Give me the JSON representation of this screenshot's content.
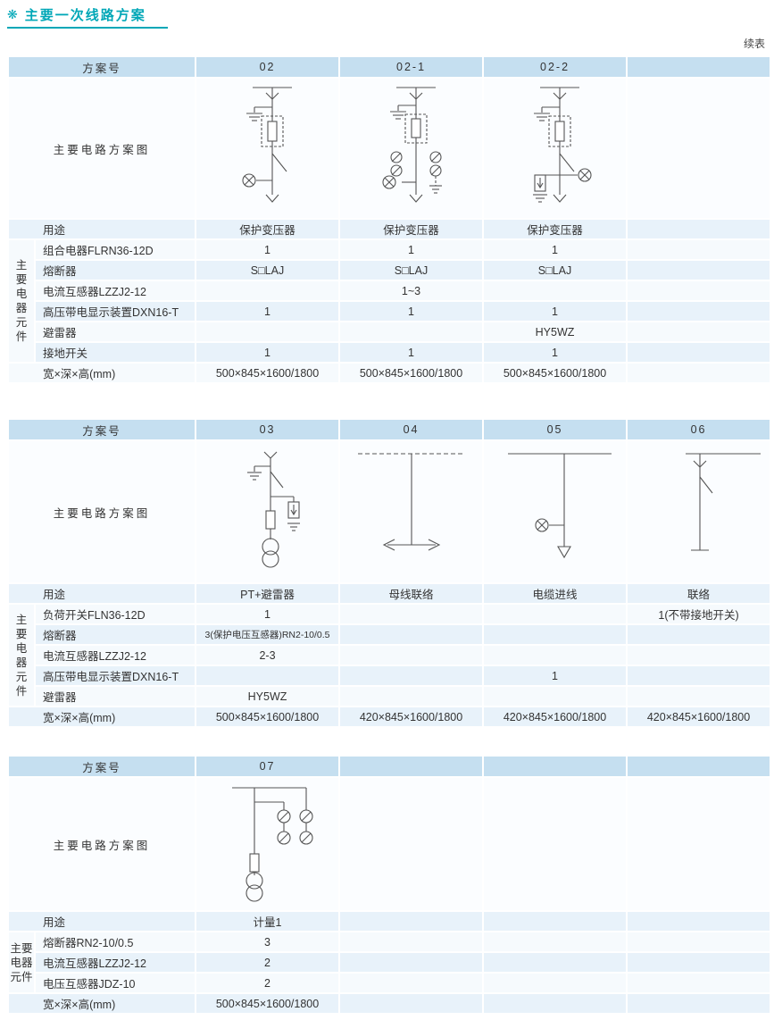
{
  "page": {
    "title": "主要一次线路方案",
    "title_icon_glyph": "❋",
    "continued_note": "续表",
    "colors": {
      "accent": "#00a7b7",
      "header_bg": "#c5dff0",
      "row_alt_bg": "#e8f2fa"
    }
  },
  "t1": {
    "scheme_header": "方案号",
    "diagram_label": "主要电路方案图",
    "side_label": "主要电器元件",
    "schemes": [
      "02",
      "02-1",
      "02-2",
      ""
    ],
    "rows": [
      {
        "label": "用途",
        "v": [
          "保护变压器",
          "保护变压器",
          "保护变压器",
          ""
        ]
      },
      {
        "label": "组合电器FLRN36-12D",
        "v": [
          "1",
          "1",
          "1",
          ""
        ]
      },
      {
        "label": "熔断器",
        "v": [
          "S□LAJ",
          "S□LAJ",
          "S□LAJ",
          ""
        ]
      },
      {
        "label": "电流互感器LZZJ2-12",
        "v": [
          "",
          "1~3",
          "",
          ""
        ]
      },
      {
        "label": "高压带电显示装置DXN16-T",
        "v": [
          "1",
          "1",
          "1",
          ""
        ]
      },
      {
        "label": "避雷器",
        "v": [
          "",
          "",
          "HY5WZ",
          ""
        ]
      },
      {
        "label": "接地开关",
        "v": [
          "1",
          "1",
          "1",
          ""
        ]
      },
      {
        "label": "宽×深×高(mm)",
        "v": [
          "500×845×1600/1800",
          "500×845×1600/1800",
          "500×845×1600/1800",
          ""
        ]
      }
    ]
  },
  "t2": {
    "scheme_header": "方案号",
    "diagram_label": "主要电路方案图",
    "side_label": "主要电器元件",
    "schemes": [
      "03",
      "04",
      "05",
      "06"
    ],
    "rows": [
      {
        "label": "用途",
        "v": [
          "PT+避雷器",
          "母线联络",
          "电缆进线",
          "联络"
        ]
      },
      {
        "label": "负荷开关FLN36-12D",
        "v": [
          "1",
          "",
          "",
          "1(不带接地开关)"
        ]
      },
      {
        "label": "熔断器",
        "v": [
          "3(保护电压互感器)RN2-10/0.5",
          "",
          "",
          ""
        ]
      },
      {
        "label": "电流互感器LZZJ2-12",
        "v": [
          "2-3",
          "",
          "",
          ""
        ]
      },
      {
        "label": "高压带电显示装置DXN16-T",
        "v": [
          "",
          "",
          "1",
          ""
        ]
      },
      {
        "label": "避雷器",
        "v": [
          "HY5WZ",
          "",
          "",
          ""
        ]
      },
      {
        "label": "宽×深×高(mm)",
        "v": [
          "500×845×1600/1800",
          "420×845×1600/1800",
          "420×845×1600/1800",
          "420×845×1600/1800"
        ]
      }
    ]
  },
  "t3": {
    "scheme_header": "方案号",
    "diagram_label": "主要电路方案图",
    "side_label": "主要电器元件",
    "schemes": [
      "07",
      "",
      "",
      ""
    ],
    "rows": [
      {
        "label": "用途",
        "v": [
          "计量1",
          "",
          "",
          ""
        ]
      },
      {
        "label": "熔断器RN2-10/0.5",
        "v": [
          "3",
          "",
          "",
          ""
        ]
      },
      {
        "label": "电流互感器LZZJ2-12",
        "v": [
          "2",
          "",
          "",
          ""
        ]
      },
      {
        "label": "电压互感器JDZ-10",
        "v": [
          "2",
          "",
          "",
          ""
        ]
      },
      {
        "label": "宽×深×高(mm)",
        "v": [
          "500×845×1600/1800",
          "",
          "",
          ""
        ]
      }
    ]
  }
}
